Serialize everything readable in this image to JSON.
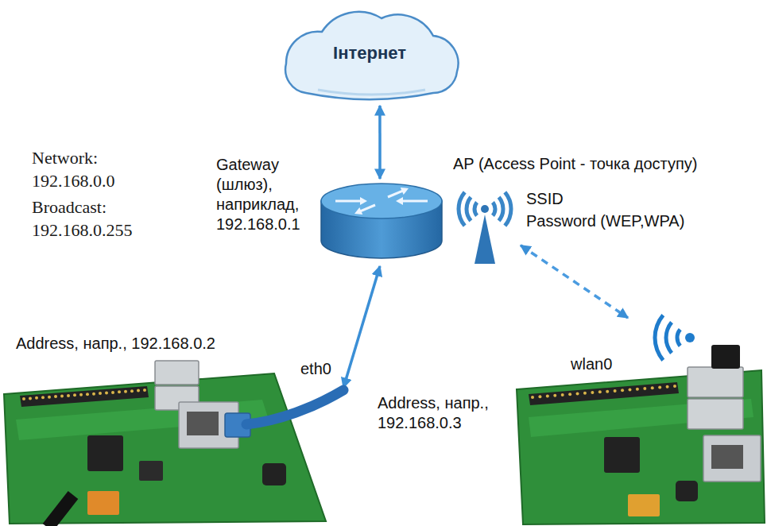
{
  "diagram": {
    "nodes": [
      {
        "text": [
          "Інтернет"
        ]
      },
      {
        "text": [
          "Gateway (шлюз), наприклад, 192.168.0.1"
        ]
      },
      {
        "text": [
          "AP (Access Point - точка доступу)",
          "SSID",
          "Password (WEP,WPA)"
        ]
      },
      {
        "text": [
          "Address, напр., 192.168.0.2",
          "eth0"
        ]
      },
      {
        "text": [
          "wlan0",
          "Address, напр., 192.168.0.3"
        ]
      }
    ],
    "edges": [
      {
        "from": 0,
        "to": 1,
        "arrow": "both"
      },
      {
        "from": 1,
        "to": 3,
        "arrow": "both"
      },
      {
        "from": 2,
        "to": 4,
        "arrow": "both"
      }
    ],
    "labels": [
      "Network: 192.168.0.0",
      "Broadcast: 192.168.0.255"
    ]
  }
}
